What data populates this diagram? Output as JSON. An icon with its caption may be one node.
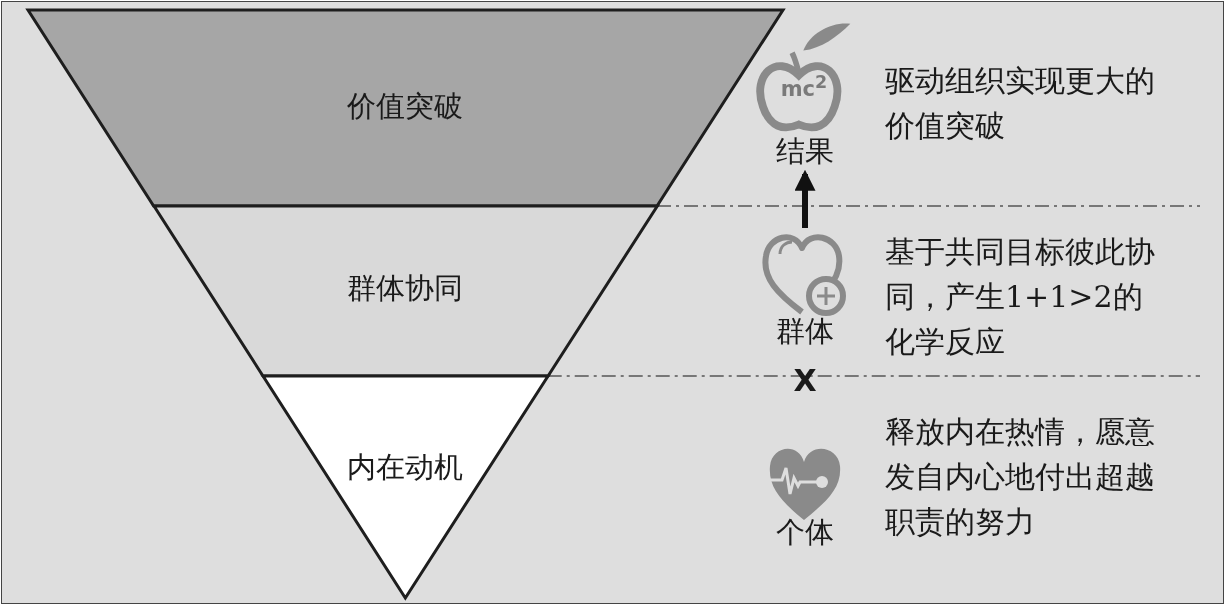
{
  "diagram": {
    "nodes": [
      {
        "text": [
          "价值突破"
        ]
      },
      {
        "text": [
          "群体协同"
        ]
      },
      {
        "text": [
          "内在动机"
        ]
      },
      {
        "text": [
          "结果"
        ],
        "beside": [
          "驱动组织实现更大的价值突破"
        ]
      },
      {
        "text": [
          "群体"
        ],
        "beside": [
          "基于共同目标彼此协同，产生1+1>2的化学反应"
        ]
      },
      {
        "text": [
          "个体"
        ],
        "beside": [
          "释放内在热情，愿意发自内心地付出超越职责的努力"
        ]
      }
    ],
    "edges": [
      {
        "from": 4,
        "to": 3,
        "arrow": "to"
      }
    ],
    "labels": [
      "mc$^{2}$",
      "X"
    ]
  }
}
